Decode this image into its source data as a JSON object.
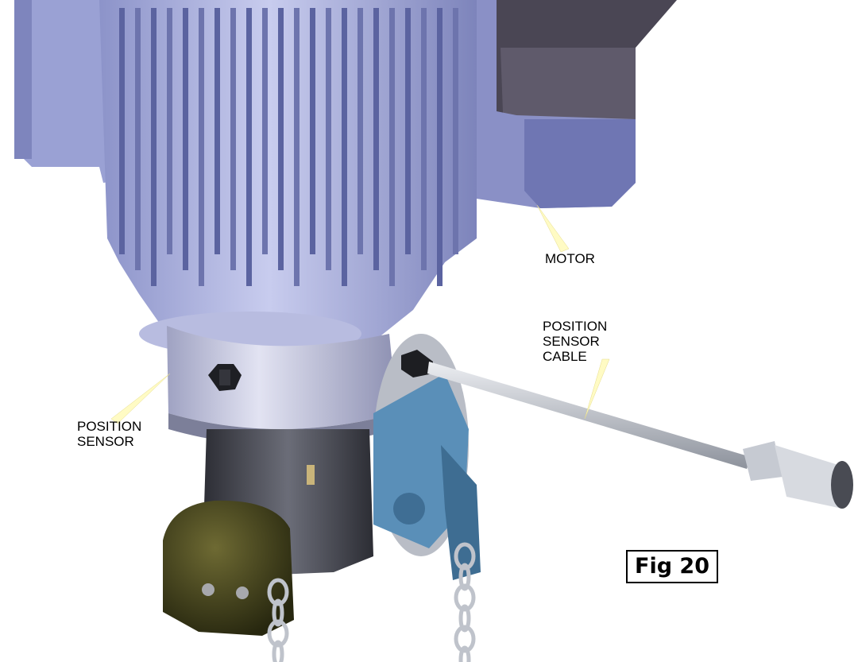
{
  "labels": {
    "motor": "MOTOR",
    "position_sensor_cable": "POSITION\nSENSOR\nCABLE",
    "position_sensor": "POSITION\nSENSOR"
  },
  "figure_tag": "Fig 20",
  "colors": {
    "motor_body": "#9ea6d6",
    "motor_shadow": "#5b63a0",
    "motor_dark": "#3f3c4a",
    "sensor_ring": "#c9cbe0",
    "gearbox": "#3e3f47",
    "sprocket_blue": "#5a8fb8",
    "cover_olive": "#3a3a1a",
    "chain_steel": "#bfc3cb",
    "leader_yellow": "#fffbc4"
  }
}
